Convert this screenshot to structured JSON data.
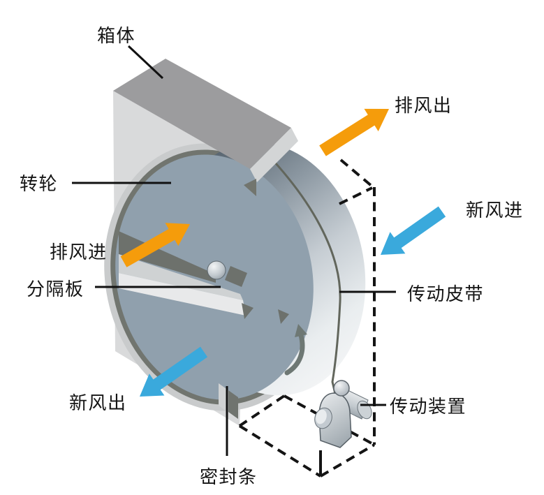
{
  "diagram": {
    "subject": "rotary-wheel-heat-exchanger",
    "labels": {
      "casing": "箱体",
      "exhaust_out": "排风出",
      "rotor": "转轮",
      "fresh_in": "新风进",
      "exhaust_in": "排风进",
      "partition": "分隔板",
      "belt": "传动皮带",
      "fresh_out": "新风出",
      "drive_unit": "传动装置",
      "seal_strip": "密封条"
    },
    "arrows": [
      {
        "name": "exhaust-in",
        "label": "排风进",
        "color": "#F59C0B",
        "direction": "up-right, into wheel slot"
      },
      {
        "name": "exhaust-out",
        "label": "排风出",
        "color": "#F59C0B",
        "direction": "up-right, out of casing top"
      },
      {
        "name": "fresh-in",
        "label": "新风进",
        "color": "#3AA9DC",
        "direction": "down-left, into wheel right side"
      },
      {
        "name": "fresh-out",
        "label": "新风出",
        "color": "#3AA9DC",
        "direction": "down-left, out of wheel bottom"
      }
    ],
    "colors": {
      "exhaust_flow": "#F59C0B",
      "fresh_flow": "#3AA9DC",
      "rotor_face": "#90A0AD",
      "casing_front": "#D9DADB",
      "casing_top": "#9C9C9E",
      "outline": "#141414"
    }
  }
}
